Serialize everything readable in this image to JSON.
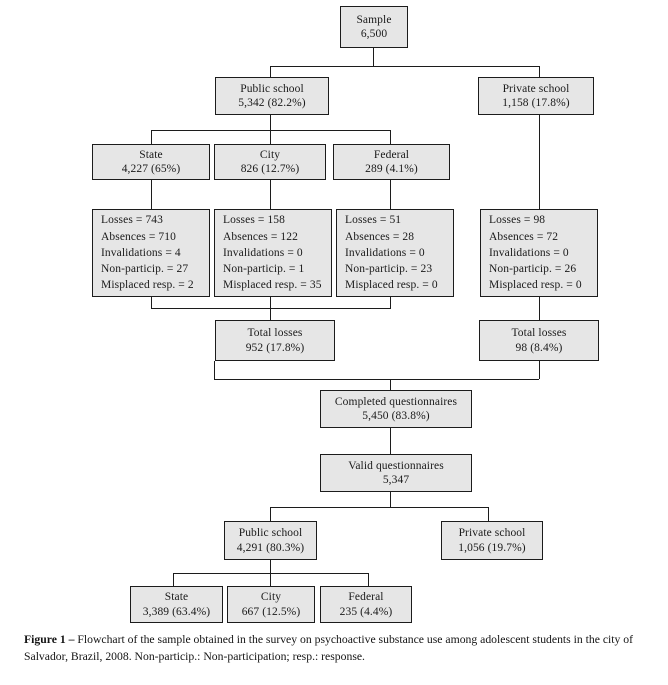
{
  "figure": {
    "label": "Figure 1 –",
    "caption": " Flowchart of the sample obtained in the survey on psychoactive substance use among adolescent students in the city of Salvador, Brazil, 2008. Non-particip.: Non-participation; resp.: response."
  },
  "colors": {
    "box_fill": "#e6e6e6",
    "box_border": "#1c1c1c",
    "connector": "#1c1c1c",
    "page_background": "#ffffff",
    "text": "#1a1a1a"
  },
  "chart_data": {
    "type": "diagram",
    "title": "Flowchart of the sample obtained in the survey on psychoactive substance use among adolescent students in the city of Salvador, Brazil, 2008",
    "nodes": [
      {
        "id": "sample",
        "lines": [
          "Sample",
          "6,500"
        ],
        "value": 6500
      },
      {
        "id": "public_school_1",
        "lines": [
          "Public school",
          "5,342 (82.2%)"
        ],
        "value": 5342,
        "percent": 82.2
      },
      {
        "id": "private_school_1",
        "lines": [
          "Private school",
          "1,158 (17.8%)"
        ],
        "value": 1158,
        "percent": 17.8
      },
      {
        "id": "state_1",
        "lines": [
          "State",
          "4,227 (65%)"
        ],
        "value": 4227,
        "percent": 65
      },
      {
        "id": "city_1",
        "lines": [
          "City",
          "826 (12.7%)"
        ],
        "value": 826,
        "percent": 12.7
      },
      {
        "id": "federal_1",
        "lines": [
          "Federal",
          "289 (4.1%)"
        ],
        "value": 289,
        "percent": 4.1
      },
      {
        "id": "losses_state",
        "lines": [
          "Losses = 743",
          "Absences = 710",
          "Invalidations = 4",
          "Non-particip. = 27",
          "Misplaced resp. = 2"
        ]
      },
      {
        "id": "losses_city",
        "lines": [
          "Losses = 158",
          "Absences = 122",
          "Invalidations = 0",
          "Non-particip. = 1",
          "Misplaced resp. = 35"
        ]
      },
      {
        "id": "losses_federal",
        "lines": [
          "Losses = 51",
          "Absences = 28",
          "Invalidations = 0",
          "Non-particip. = 23",
          "Misplaced resp. = 0"
        ]
      },
      {
        "id": "losses_private",
        "lines": [
          "Losses = 98",
          "Absences = 72",
          "Invalidations = 0",
          "Non-particip. = 26",
          "Misplaced resp. = 0"
        ]
      },
      {
        "id": "total_losses_public",
        "lines": [
          "Total losses",
          "952 (17.8%)"
        ],
        "value": 952,
        "percent": 17.8
      },
      {
        "id": "total_losses_private",
        "lines": [
          "Total losses",
          "98 (8.4%)"
        ],
        "value": 98,
        "percent": 8.4
      },
      {
        "id": "completed",
        "lines": [
          "Completed questionnaires",
          "5,450 (83.8%)"
        ],
        "value": 5450,
        "percent": 83.8
      },
      {
        "id": "valid",
        "lines": [
          "Valid questionnaires",
          "5,347"
        ],
        "value": 5347
      },
      {
        "id": "public_school_2",
        "lines": [
          "Public school",
          "4,291 (80.3%)"
        ],
        "value": 4291,
        "percent": 80.3
      },
      {
        "id": "private_school_2",
        "lines": [
          "Private school",
          "1,056 (19.7%)"
        ],
        "value": 1056,
        "percent": 19.7
      },
      {
        "id": "state_2",
        "lines": [
          "State",
          "3,389 (63.4%)"
        ],
        "value": 3389,
        "percent": 63.4
      },
      {
        "id": "city_2",
        "lines": [
          "City",
          "667 (12.5%)"
        ],
        "value": 667,
        "percent": 12.5
      },
      {
        "id": "federal_2",
        "lines": [
          "Federal",
          "235 (4.4%)"
        ],
        "value": 235,
        "percent": 4.4
      }
    ],
    "edges": [
      {
        "from": "sample",
        "to": "public_school_1"
      },
      {
        "from": "sample",
        "to": "private_school_1"
      },
      {
        "from": "public_school_1",
        "to": "state_1"
      },
      {
        "from": "public_school_1",
        "to": "city_1"
      },
      {
        "from": "public_school_1",
        "to": "federal_1"
      },
      {
        "from": "state_1",
        "to": "losses_state"
      },
      {
        "from": "city_1",
        "to": "losses_city"
      },
      {
        "from": "federal_1",
        "to": "losses_federal"
      },
      {
        "from": "private_school_1",
        "to": "losses_private"
      },
      {
        "from": "losses_state",
        "to": "total_losses_public"
      },
      {
        "from": "losses_city",
        "to": "total_losses_public"
      },
      {
        "from": "losses_federal",
        "to": "total_losses_public"
      },
      {
        "from": "losses_private",
        "to": "total_losses_private"
      },
      {
        "from": "total_losses_public",
        "to": "completed"
      },
      {
        "from": "total_losses_private",
        "to": "completed"
      },
      {
        "from": "completed",
        "to": "valid"
      },
      {
        "from": "valid",
        "to": "public_school_2"
      },
      {
        "from": "valid",
        "to": "private_school_2"
      },
      {
        "from": "public_school_2",
        "to": "state_2"
      },
      {
        "from": "public_school_2",
        "to": "city_2"
      },
      {
        "from": "public_school_2",
        "to": "federal_2"
      }
    ]
  },
  "nodes": {
    "sample": {
      "l1": "Sample",
      "l2": "6,500"
    },
    "public_school_1": {
      "l1": "Public school",
      "l2": "5,342 (82.2%)"
    },
    "private_school_1": {
      "l1": "Private school",
      "l2": "1,158 (17.8%)"
    },
    "state_1": {
      "l1": "State",
      "l2": "4,227 (65%)"
    },
    "city_1": {
      "l1": "City",
      "l2": "826 (12.7%)"
    },
    "federal_1": {
      "l1": "Federal",
      "l2": "289 (4.1%)"
    },
    "losses_state": {
      "l1": "Losses = 743",
      "l2": "Absences = 710",
      "l3": "Invalidations = 4",
      "l4": "Non-particip. = 27",
      "l5": "Misplaced resp. = 2"
    },
    "losses_city": {
      "l1": "Losses = 158",
      "l2": "Absences = 122",
      "l3": "Invalidations = 0",
      "l4": "Non-particip. = 1",
      "l5": "Misplaced resp. = 35"
    },
    "losses_federal": {
      "l1": "Losses = 51",
      "l2": "Absences = 28",
      "l3": "Invalidations = 0",
      "l4": "Non-particip. = 23",
      "l5": "Misplaced resp. = 0"
    },
    "losses_private": {
      "l1": "Losses = 98",
      "l2": "Absences = 72",
      "l3": "Invalidations = 0",
      "l4": "Non-particip. = 26",
      "l5": "Misplaced resp. = 0"
    },
    "total_losses_public": {
      "l1": "Total losses",
      "l2": "952 (17.8%)"
    },
    "total_losses_private": {
      "l1": "Total losses",
      "l2": "98 (8.4%)"
    },
    "completed": {
      "l1": "Completed questionnaires",
      "l2": "5,450 (83.8%)"
    },
    "valid": {
      "l1": "Valid questionnaires",
      "l2": "5,347"
    },
    "public_school_2": {
      "l1": "Public school",
      "l2": "4,291 (80.3%)"
    },
    "private_school_2": {
      "l1": "Private school",
      "l2": "1,056 (19.7%)"
    },
    "state_2": {
      "l1": "State",
      "l2": "3,389 (63.4%)"
    },
    "city_2": {
      "l1": "City",
      "l2": "667 (12.5%)"
    },
    "federal_2": {
      "l1": "Federal",
      "l2": "235 (4.4%)"
    }
  }
}
